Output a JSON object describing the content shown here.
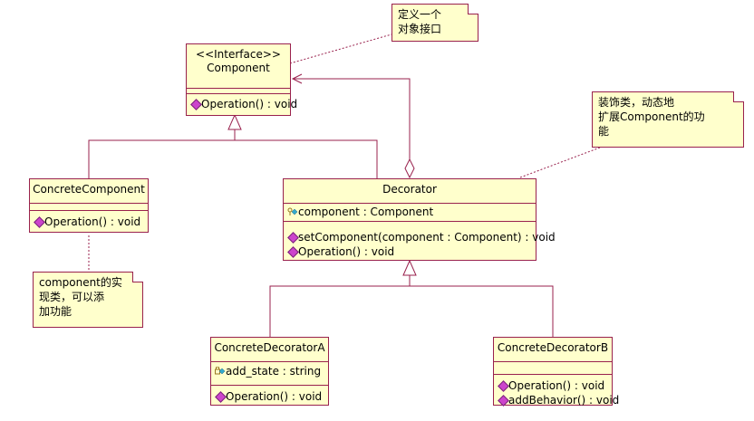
{
  "classes": {
    "component": {
      "stereotype": "<<Interface>>",
      "name": "Component",
      "operations": [
        "Operation() : void"
      ]
    },
    "concrete_component": {
      "name": "ConcreteComponent",
      "operations": [
        "Operation() : void"
      ]
    },
    "decorator": {
      "name": "Decorator",
      "attributes": [
        "component : Component"
      ],
      "operations": [
        "setComponent(component : Component) : void",
        "Operation() : void"
      ]
    },
    "concrete_decorator_a": {
      "name": "ConcreteDecoratorA",
      "attributes": [
        "add_state : string"
      ],
      "operations": [
        "Operation() : void"
      ]
    },
    "concrete_decorator_b": {
      "name": "ConcreteDecoratorB",
      "operations": [
        "Operation() : void",
        "addBehavior() : void"
      ]
    }
  },
  "notes": {
    "interface_note": [
      "定义一个",
      "对象接口"
    ],
    "decorator_note": [
      "装饰类，动态地",
      "扩展Component的功",
      "能"
    ],
    "component_note": [
      "component的实",
      "现类，可以添",
      "加功能"
    ]
  },
  "colors": {
    "class_fill": "#ffffcc",
    "border": "#99214d",
    "operation_icon": "#cc44cc"
  }
}
